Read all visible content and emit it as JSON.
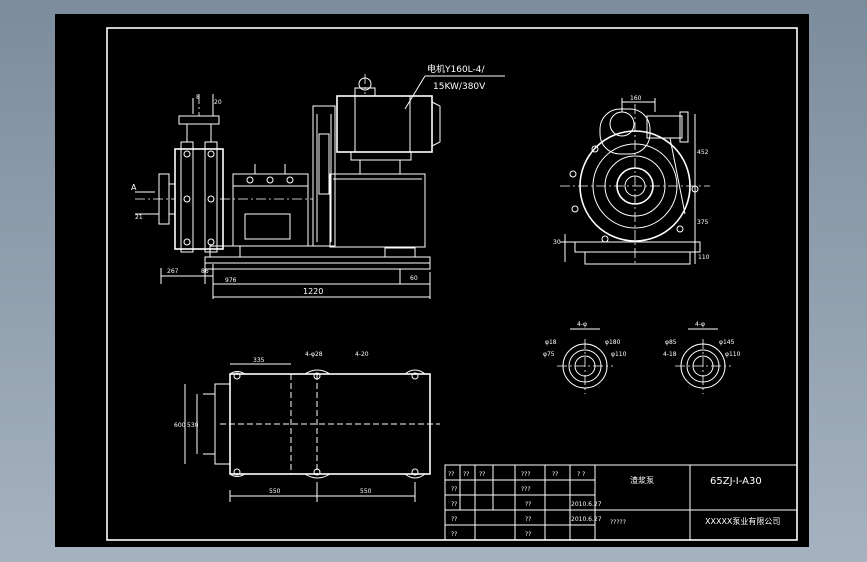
{
  "motor": {
    "line1": "电机Y160L-4/",
    "line2": "15KW/380V"
  },
  "front_view": {
    "dims": {
      "d1": "8",
      "d2": "20",
      "d3": "21",
      "d4": "267",
      "d5": "86",
      "d6": "976",
      "d7": "1220",
      "d8": "60",
      "view_letter": "A"
    }
  },
  "side_view": {
    "dims": {
      "d1": "160",
      "d2": "452",
      "d3": "375",
      "d4": "30",
      "d5": "110"
    }
  },
  "flange_left": {
    "top": "4-φ",
    "labels": [
      "φ18",
      "φ180",
      "φ75",
      "φ110"
    ]
  },
  "flange_right": {
    "top": "4-φ",
    "labels": [
      "φ85",
      "φ145",
      "4-18",
      "φ110"
    ]
  },
  "base_view": {
    "dims": {
      "d1": "335",
      "d2": "4-φ28",
      "d3": "4-20",
      "d4": "550",
      "d5": "550",
      "d6": "600",
      "d7": "530"
    }
  },
  "title_block": {
    "qq": [
      "??",
      "??",
      "??",
      "???",
      "??",
      "? ?"
    ],
    "rows": [
      {
        "a": "??",
        "b": "???"
      },
      {
        "a": "??",
        "b": "??",
        "c": "2010.6.27"
      },
      {
        "a": "??",
        "b": "??",
        "c": "2010.6.27"
      },
      {
        "a": "??",
        "b": "??"
      }
    ],
    "product_name": "渣浆泵",
    "model": "65ZJ-I-A30",
    "note": "?????",
    "company": "XXXXX泵业有限公司"
  }
}
